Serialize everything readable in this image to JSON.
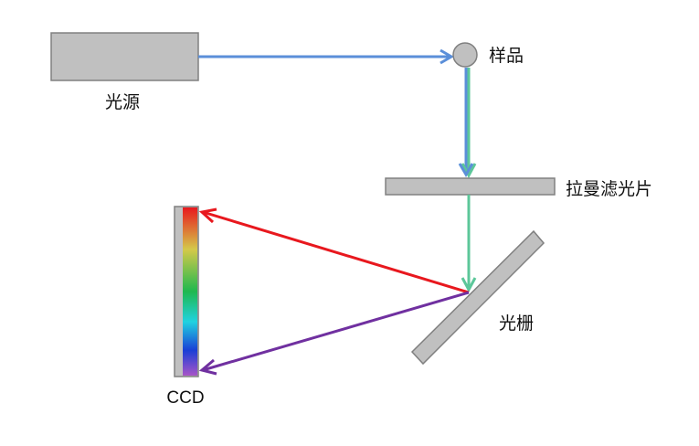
{
  "labels": {
    "light_source": "光源",
    "sample": "样品",
    "raman_filter": "拉曼滤光片",
    "grating": "光栅",
    "ccd": "CCD"
  },
  "colors": {
    "component_fill": "#c0c0c0",
    "component_stroke": "#808080",
    "incident_beam": "#5b8fd9",
    "scattered_beam": "#5cc79a",
    "dispersed_red": "#e8181e",
    "dispersed_violet": "#7030a0",
    "spectrum_stops": [
      "#e8181e",
      "#d4c94a",
      "#1fb84f",
      "#20d2e0",
      "#1a3fd6",
      "#a855c8"
    ]
  }
}
